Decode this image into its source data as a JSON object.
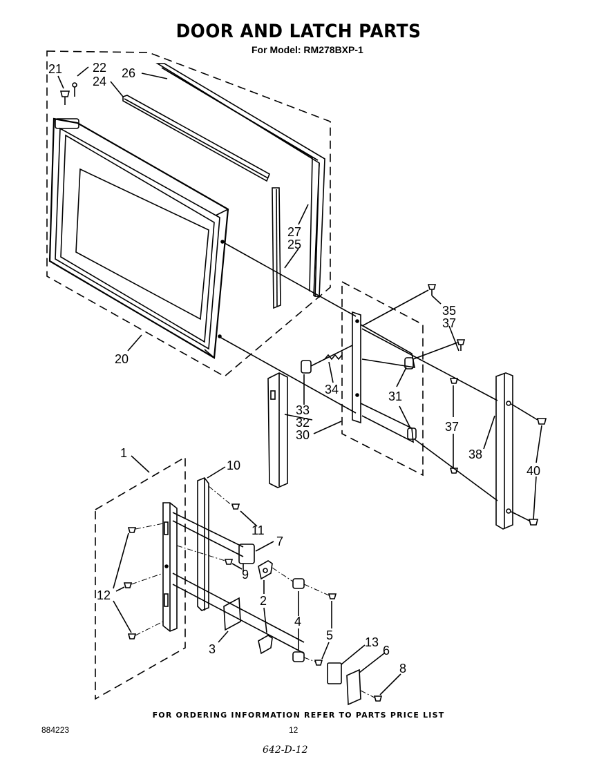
{
  "title": "DOOR AND LATCH PARTS",
  "subtitle": "For Model: RM278BXP-1",
  "footer": "FOR ORDERING INFORMATION REFER TO PARTS PRICE LIST",
  "doc_number": "884223",
  "page_number": "12",
  "handwritten_note": "642-D-12",
  "callouts": {
    "c21": "21",
    "c22": "22",
    "c24": "24",
    "c26": "26",
    "c27": "27",
    "c25": "25",
    "c20": "20",
    "c35": "35",
    "c37a": "37",
    "c34": "34",
    "c33": "33",
    "c32": "32",
    "c30": "30",
    "c31": "31",
    "c37b": "37",
    "c38": "38",
    "c40": "40",
    "c1": "1",
    "c10": "10",
    "c11": "11",
    "c7": "7",
    "c12": "12",
    "c9": "9",
    "c2": "2",
    "c4": "4",
    "c5": "5",
    "c3": "3",
    "c13": "13",
    "c6": "6",
    "c8": "8"
  }
}
